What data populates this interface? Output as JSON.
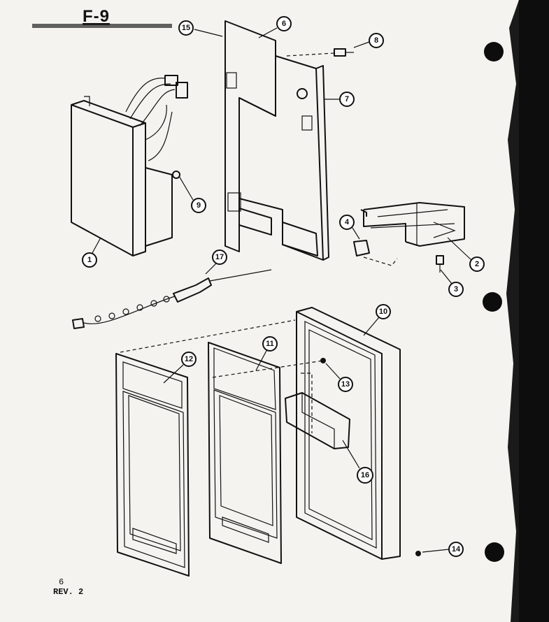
{
  "header": {
    "figure_label": "F-9"
  },
  "footer": {
    "page_number": "6",
    "revision": "REV. 2"
  },
  "callouts": [
    {
      "id": "callout-1",
      "label": "1"
    },
    {
      "id": "callout-2",
      "label": "2"
    },
    {
      "id": "callout-3",
      "label": "3"
    },
    {
      "id": "callout-4",
      "label": "4"
    },
    {
      "id": "callout-6",
      "label": "6"
    },
    {
      "id": "callout-7",
      "label": "7"
    },
    {
      "id": "callout-8",
      "label": "8"
    },
    {
      "id": "callout-9",
      "label": "9"
    },
    {
      "id": "callout-10",
      "label": "10"
    },
    {
      "id": "callout-11",
      "label": "11"
    },
    {
      "id": "callout-12",
      "label": "12"
    },
    {
      "id": "callout-13",
      "label": "13"
    },
    {
      "id": "callout-14",
      "label": "14"
    },
    {
      "id": "callout-15",
      "label": "15"
    },
    {
      "id": "callout-16",
      "label": "16"
    },
    {
      "id": "callout-17",
      "label": "17"
    }
  ],
  "colors": {
    "ink": "#111111",
    "paper": "#f4f3ef",
    "scan_edge": "#0d0d0d"
  }
}
